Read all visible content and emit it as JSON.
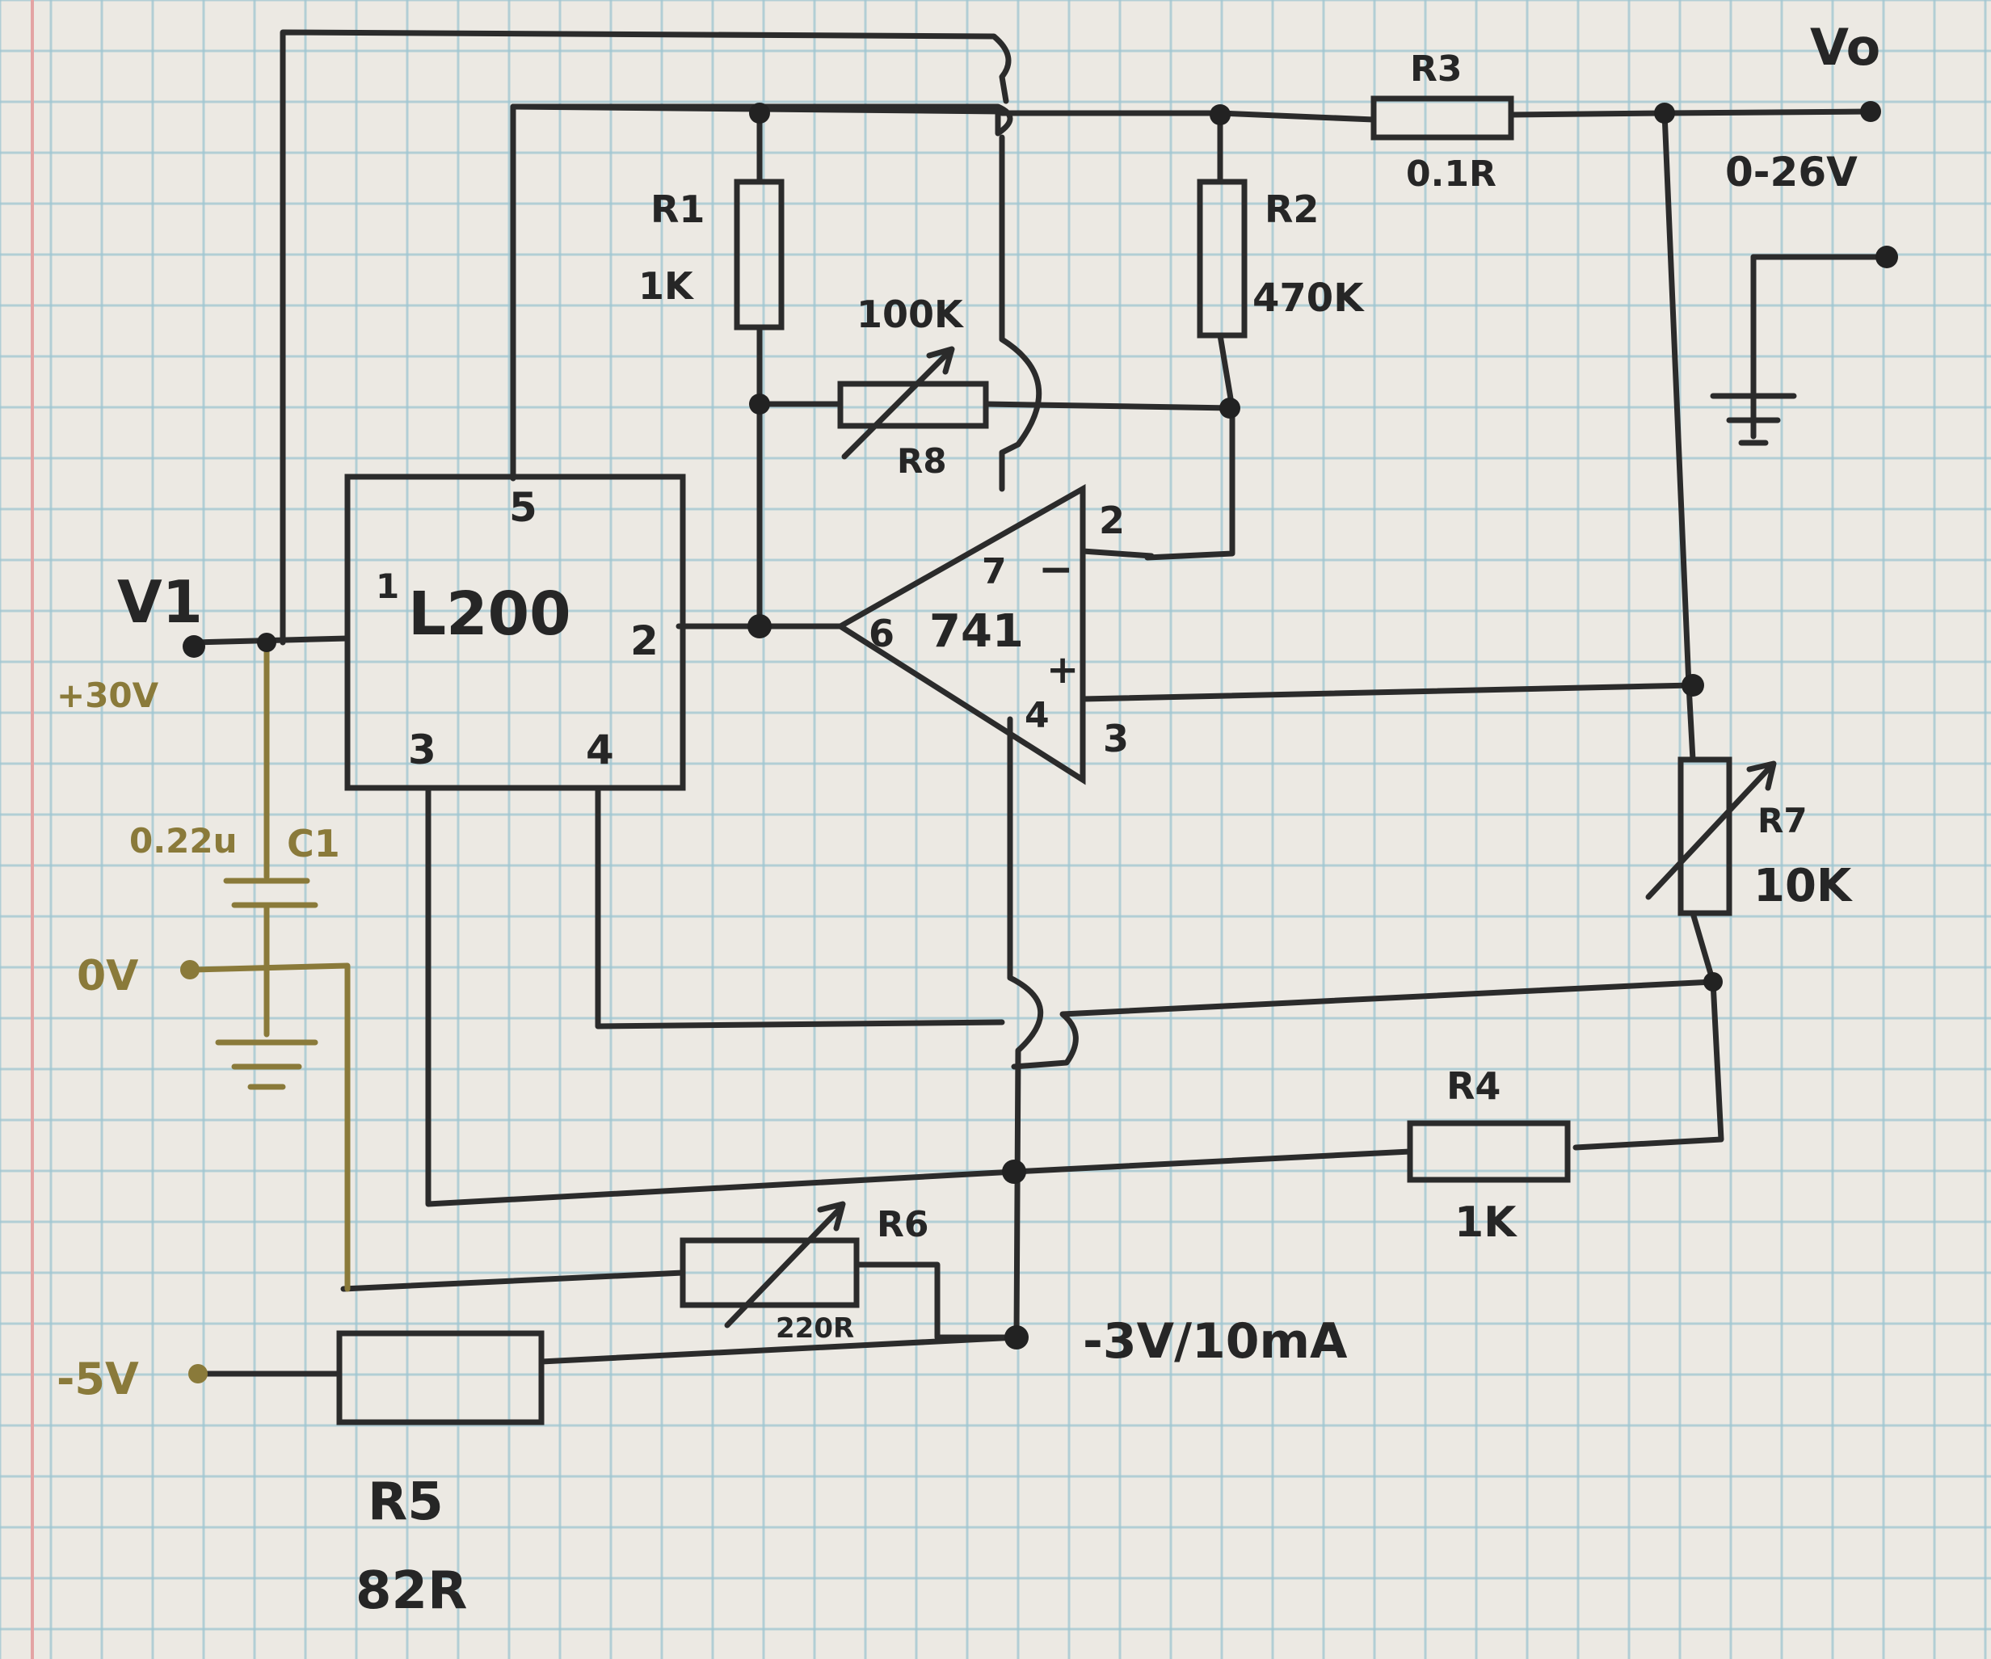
{
  "ic": {
    "name": "L200",
    "pin1": "1",
    "pin2": "2",
    "pin3": "3",
    "pin4": "4",
    "pin5": "5"
  },
  "opamp": {
    "name": "741",
    "pin2": "2",
    "pin3": "3",
    "pin4": "4",
    "pin6": "6",
    "pin7": "7",
    "minus": "−",
    "plus": "+"
  },
  "r1": {
    "name": "R1",
    "value": "1K"
  },
  "r2": {
    "name": "R2",
    "value": "470K"
  },
  "r3": {
    "name": "R3",
    "value": "0.1R"
  },
  "r4": {
    "name": "R4",
    "value": "1K"
  },
  "r5": {
    "name": "R5",
    "value": "82R"
  },
  "r6": {
    "name": "R6",
    "value": "220R"
  },
  "r7": {
    "name": "R7",
    "value": "10K"
  },
  "r8": {
    "name": "R8",
    "value": "100K"
  },
  "c1": {
    "name": "C1",
    "value": "0.22u"
  },
  "input": {
    "name": "V1",
    "value": "+30V"
  },
  "output": {
    "name": "Vo",
    "range": "0-26V"
  },
  "ground_label": "0V",
  "neg_label": "-5V",
  "neg_rail": "-3V/10mA",
  "colors": {
    "ink": "#2b2b2b",
    "pencil": "#8a7a3a",
    "grid": "#9fc6d1",
    "paper": "#ece9e3"
  }
}
